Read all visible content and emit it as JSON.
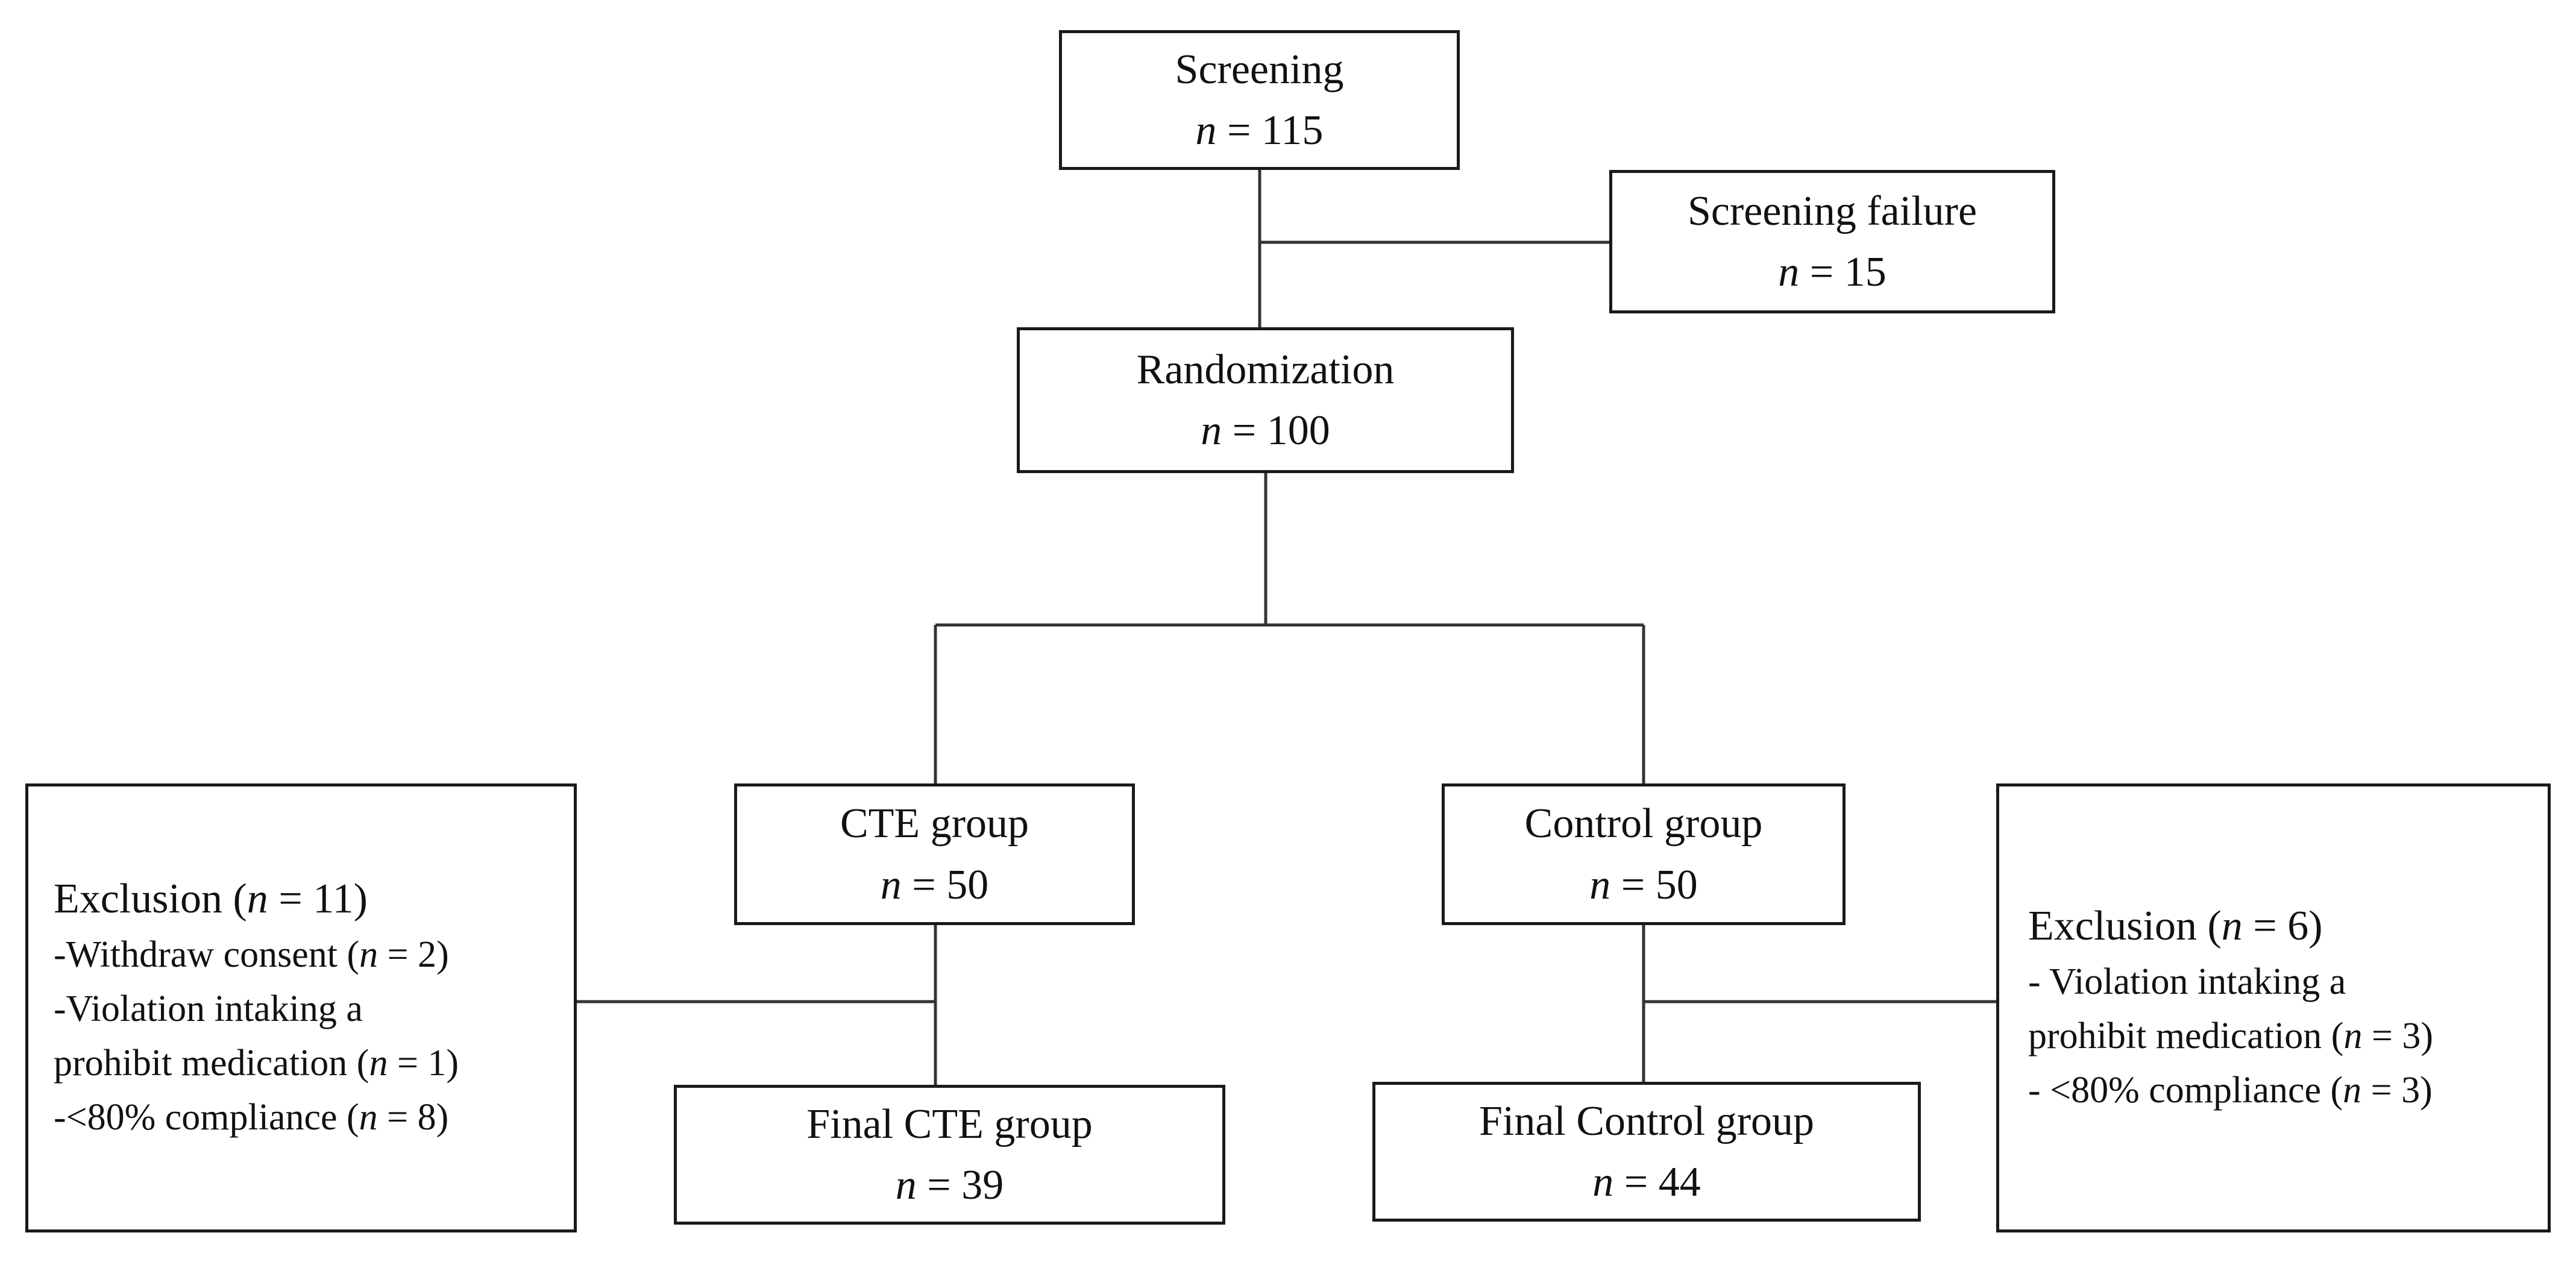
{
  "nodes": {
    "screening": {
      "label": "Screening",
      "n_prefix": "n",
      "n_text": " = 115"
    },
    "screening_failure": {
      "label": "Screening failure",
      "n_prefix": "n",
      "n_text": " = 15"
    },
    "randomization": {
      "label": "Randomization",
      "n_prefix": "n",
      "n_text": " = 100"
    },
    "cte_group": {
      "label": "CTE group",
      "n_prefix": "n",
      "n_text": " = 50"
    },
    "control_group": {
      "label": "Control group",
      "n_prefix": "n",
      "n_text": " = 50"
    },
    "final_cte": {
      "label": "Final CTE group",
      "n_prefix": "n",
      "n_text": " = 39"
    },
    "final_control": {
      "label": "Final Control group",
      "n_prefix": "n",
      "n_text": " = 44"
    }
  },
  "exclusion_cte": {
    "head_pre": "Exclusion (",
    "head_n": "n",
    "head_post": " = 11)",
    "items": [
      {
        "pre": "-Withdraw consent (",
        "n": "n",
        "post": " = 2)"
      },
      {
        "pre": "-Violation intaking a",
        "n": "",
        "post": ""
      },
      {
        "pre": "prohibit medication (",
        "n": "n",
        "post": " = 1)"
      },
      {
        "pre": "-<80% compliance (",
        "n": "n",
        "post": " = 8)"
      }
    ]
  },
  "exclusion_control": {
    "head_pre": "Exclusion (",
    "head_n": "n",
    "head_post": " = 6)",
    "items": [
      {
        "pre": "- Violation intaking a",
        "n": "",
        "post": ""
      },
      {
        "pre": "prohibit medication (",
        "n": "n",
        "post": " = 3)"
      },
      {
        "pre": "- <80% compliance (",
        "n": "n",
        "post": " = 3)"
      }
    ]
  }
}
